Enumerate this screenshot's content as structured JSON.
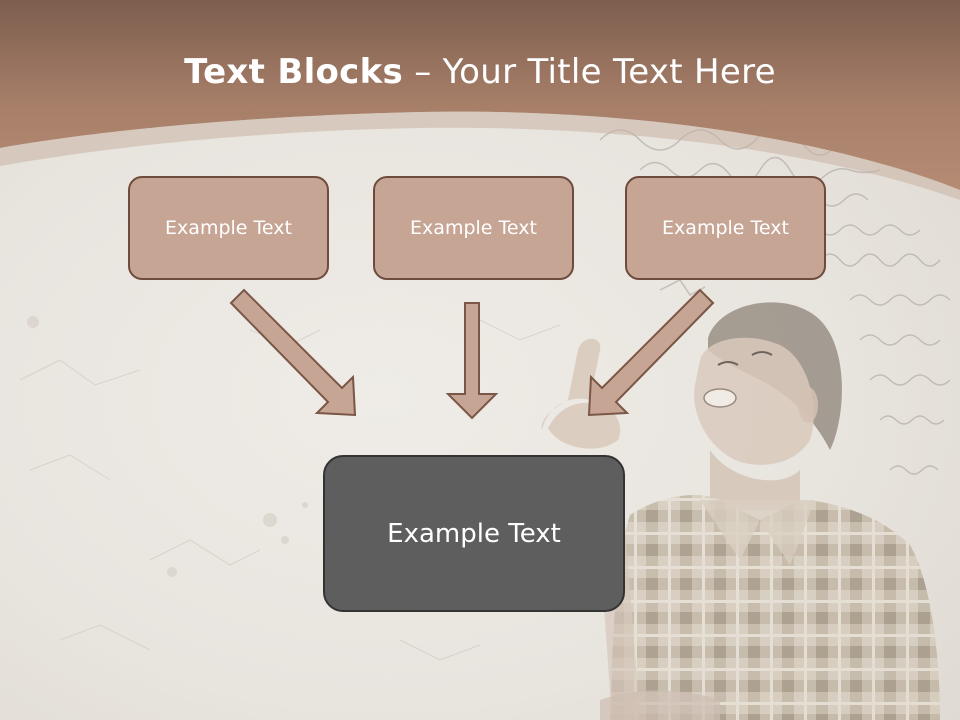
{
  "slide": {
    "title_bold": "Text Blocks",
    "title_rest": " – Your Title Text Here",
    "colors": {
      "header": "#a97d68",
      "box_fill": "#c6a594",
      "box_border": "#6e4b3c",
      "main_box_fill": "#5e5e5e",
      "arrow": "#c6a594"
    }
  },
  "blocks": [
    {
      "label": "Example Text"
    },
    {
      "label": "Example Text"
    },
    {
      "label": "Example Text"
    }
  ],
  "main_block": {
    "label": "Example Text"
  },
  "images": {
    "illustration": "person-pointing-up-illustration"
  }
}
